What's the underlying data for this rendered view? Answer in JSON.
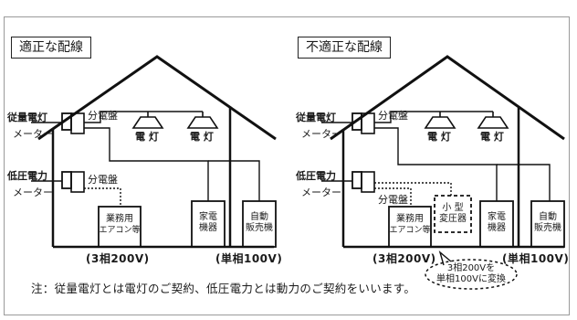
{
  "left_panel": {
    "title": "適正な配線",
    "meter_lighting_label": "従量電灯",
    "meter_label_1": "メーター",
    "distribution_panel_1": "分電盤",
    "lamp_1": "電 灯",
    "lamp_2": "電 灯",
    "meter_power_label": "低圧電力",
    "meter_label_2": "メーター",
    "distribution_panel_2": "分電盤",
    "business_ac": [
      "業務用",
      "エアコン等"
    ],
    "appliance": [
      "家電",
      "機器"
    ],
    "vending_machine": [
      "自動",
      "販売機"
    ],
    "voltage_3phase": "(3相200V)",
    "voltage_single": "(単相100V)"
  },
  "right_panel": {
    "title": "不適正な配線",
    "meter_lighting_label": "従量電灯",
    "meter_label_1": "メーター",
    "distribution_panel_1": "分電盤",
    "lamp_1": "電 灯",
    "lamp_2": "電 灯",
    "meter_power_label": "低圧電力",
    "meter_label_2": "メーター",
    "distribution_panel_2": "分電盤",
    "business_ac": [
      "業務用",
      "エアコン等"
    ],
    "transformer": [
      "小 型",
      "変圧器"
    ],
    "appliance": [
      "家電",
      "機器"
    ],
    "vending_machine": [
      "自動",
      "販売機"
    ],
    "voltage_3phase": "(3相200V)",
    "voltage_single": "(単相100V)",
    "callout": [
      "3相200Vを",
      "単相100Vに変換"
    ]
  },
  "note": "注：従量電灯とは電灯のご契約、低圧電力とは動力のご契約をいいます。"
}
